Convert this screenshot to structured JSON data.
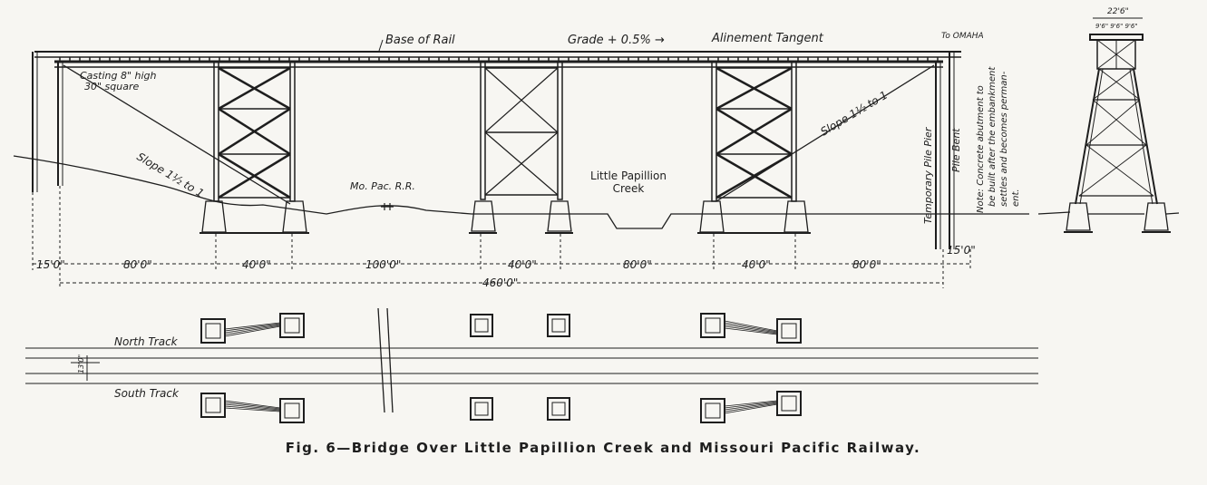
{
  "labels": {
    "base_of_rail": "Base of Rail",
    "grade": "Grade + 0.5% →",
    "alinement": "Alinement Tangent",
    "to_omaha": "To OMAHA",
    "casting_1": "Casting 8\" high",
    "casting_2": "30\" square",
    "slope_left": "Slope 1½ to 1",
    "slope_right": "Slope 1½ to 1",
    "mo_pac": "Mo. Pac. R.R.",
    "creek_1": "Little Papillion",
    "creek_2": "Creek",
    "temp_pier": "Temporary Pile Pier",
    "pile_bent": "Pile Bent",
    "note_1": "Note: Concrete abutment to",
    "note_2": "be built after the embankment",
    "note_3": "settles and becomes perman-",
    "note_4": "ent.",
    "north_track": "North Track",
    "south_track": "South Track",
    "track_spacing": "13'0\"",
    "end_width": "22'6\"",
    "end_sub": "9'6\"  9'6\"  9'6\""
  },
  "dimensions": {
    "d1": "15'0\"",
    "d2": "80'0\"",
    "d3": "40'0\"",
    "d4": "100'0\"",
    "d5": "40'0\"",
    "d6": "80'0\"",
    "d7": "40'0\"",
    "d8": "80'0\"",
    "d9": "15'0\"",
    "total": "460'0\""
  },
  "caption": "Fig. 6—Bridge Over Little Papillion Creek and Missouri Pacific Railway."
}
